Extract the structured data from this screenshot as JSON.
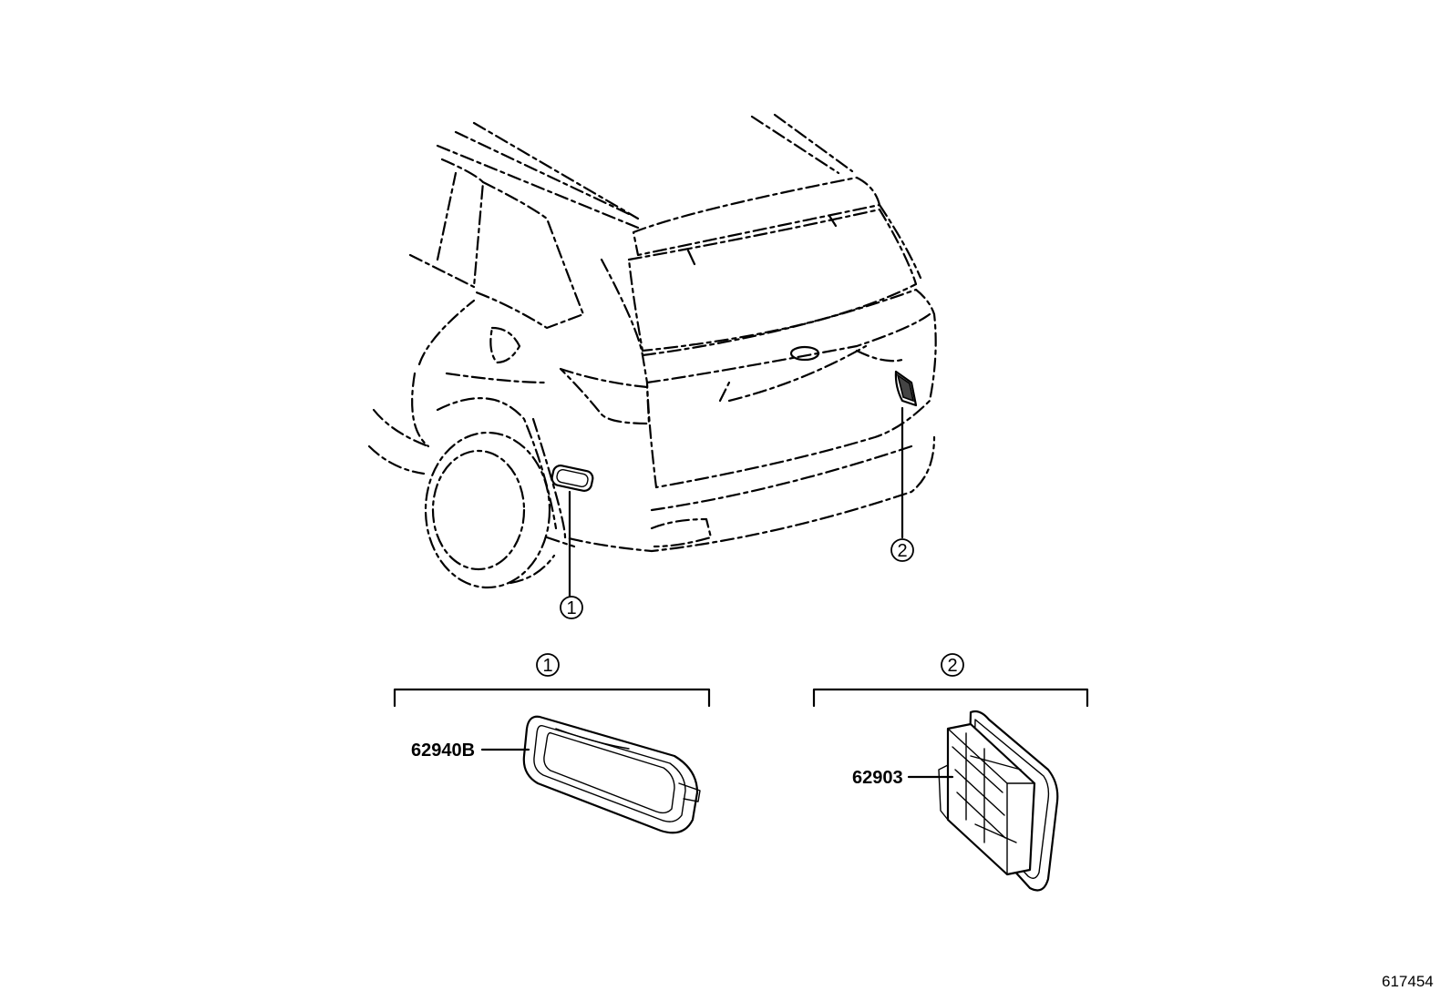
{
  "callouts": {
    "c1_vehicle": "1",
    "c2_vehicle": "2",
    "c1_group": "1",
    "c2_group": "2"
  },
  "parts": {
    "part1": "62940B",
    "part2": "62903"
  },
  "figure_ref": "617454"
}
